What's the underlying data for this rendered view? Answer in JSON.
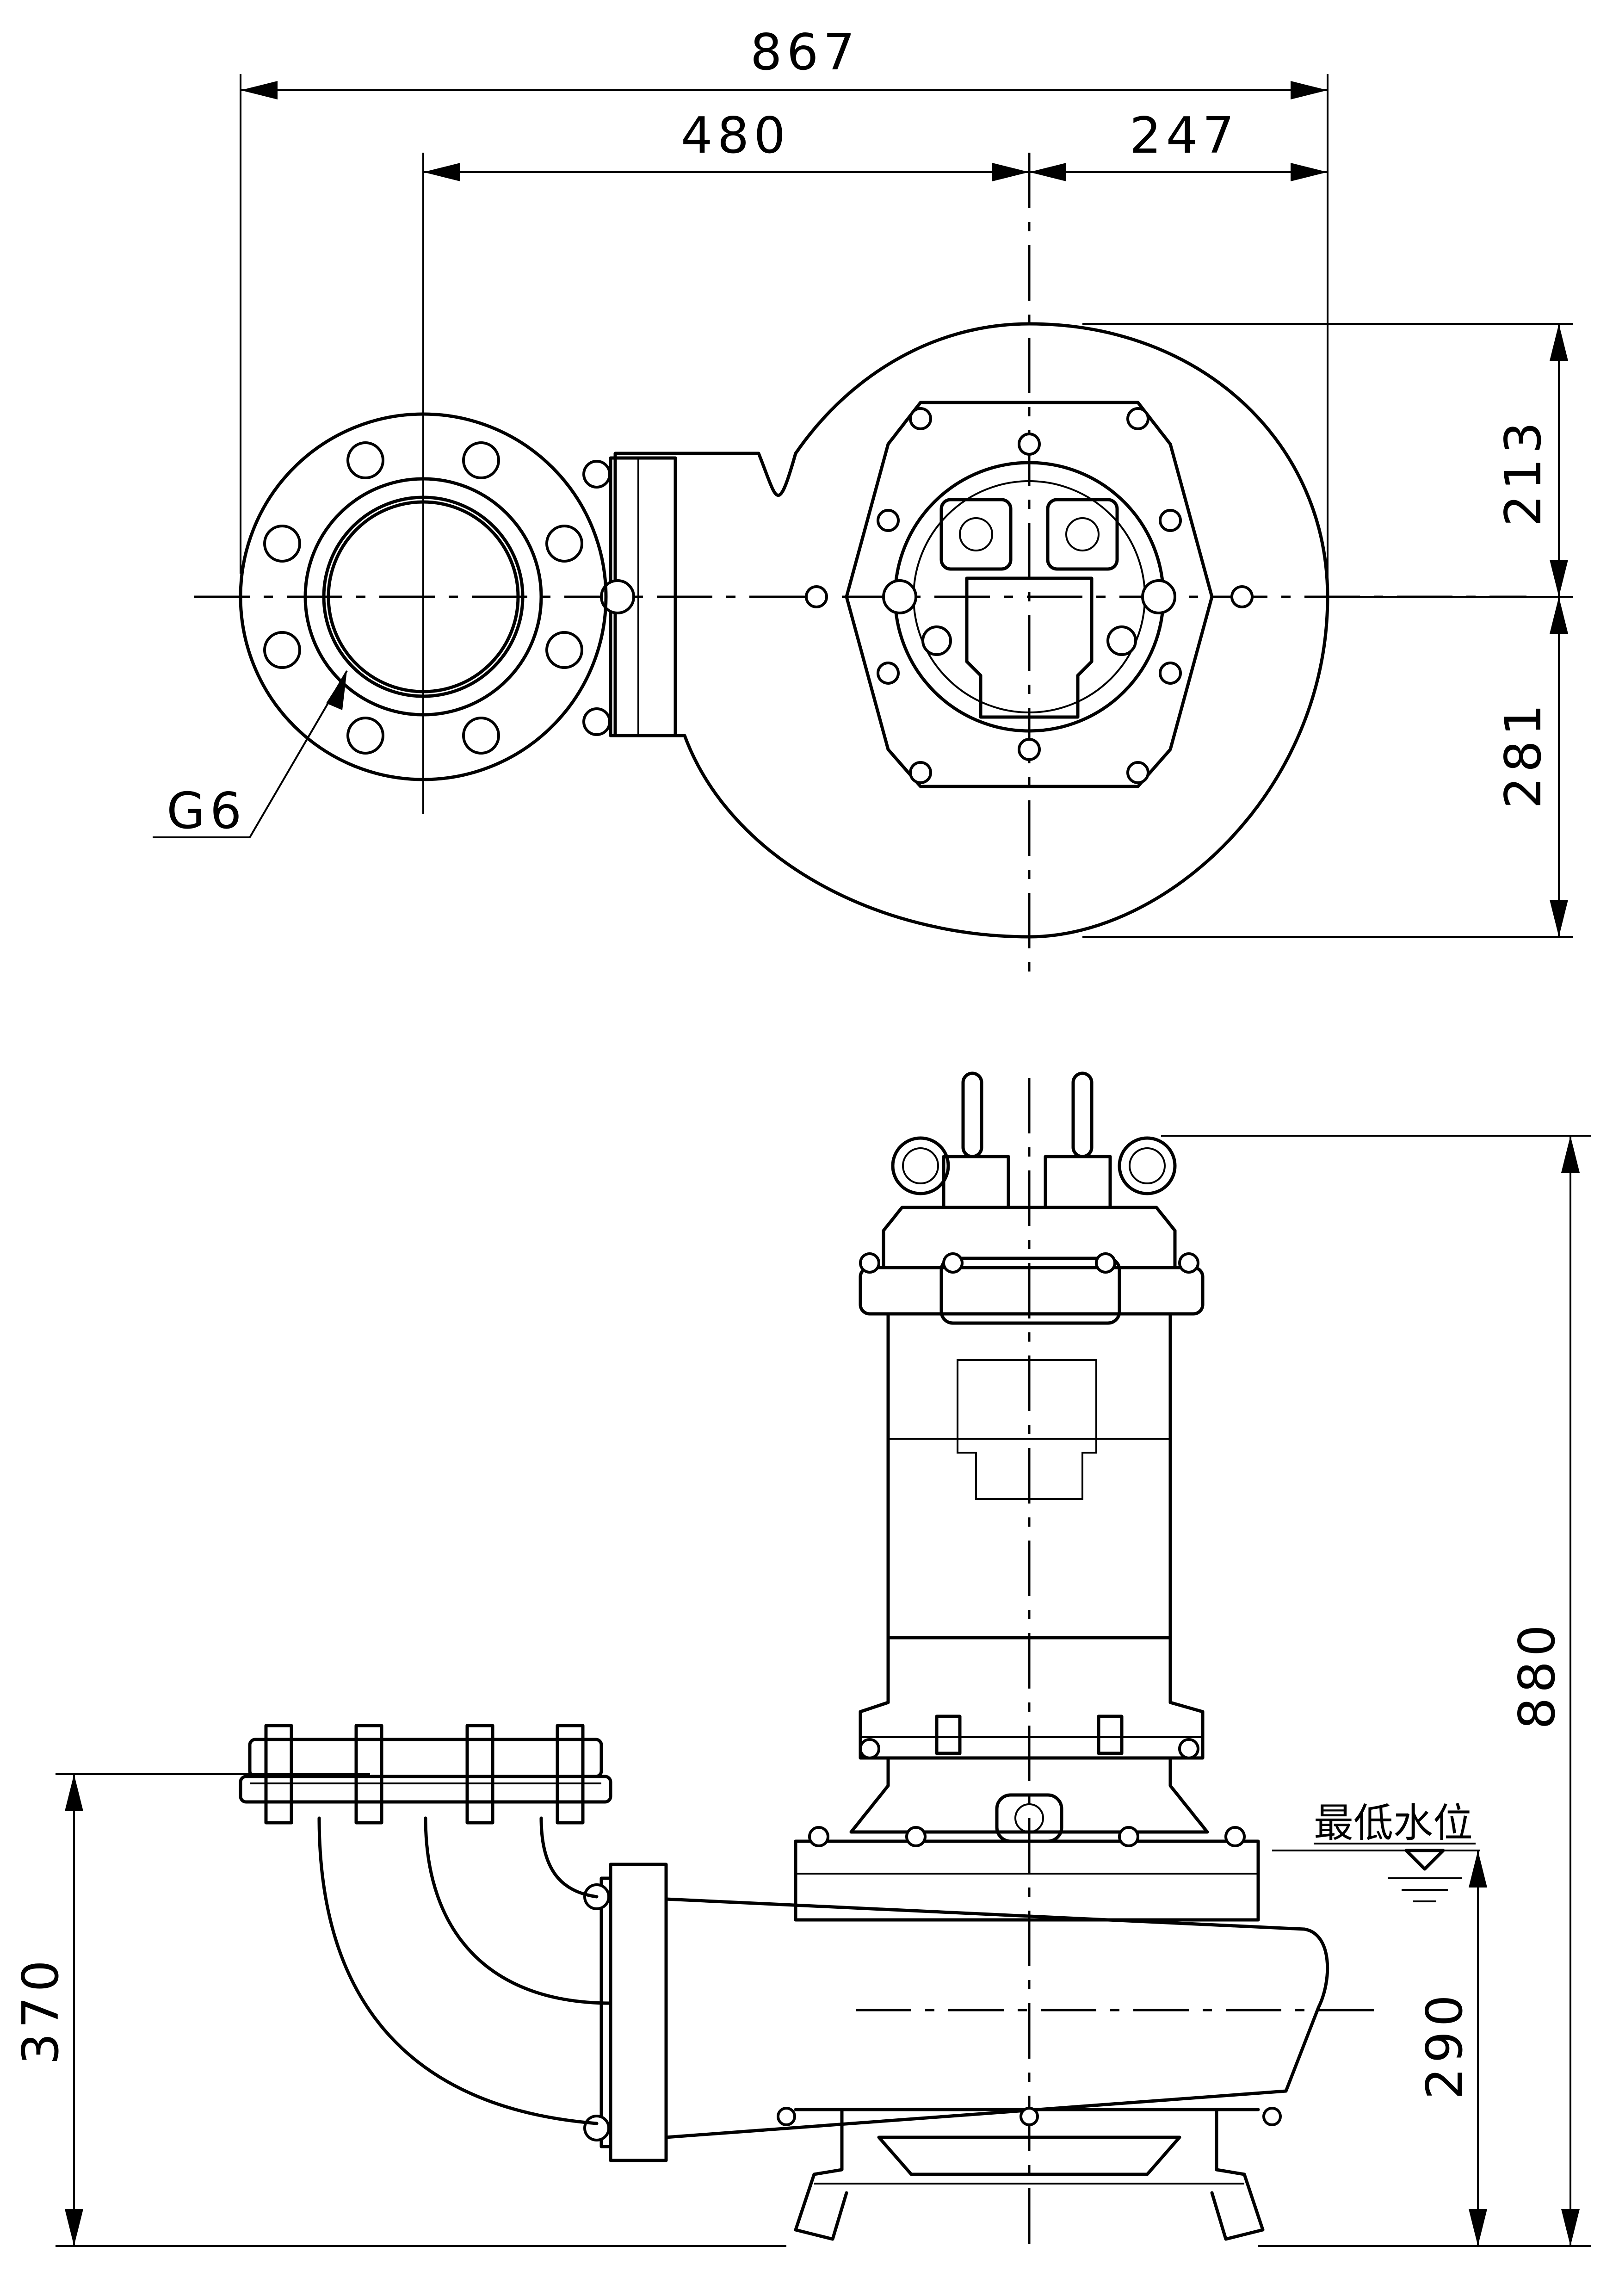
{
  "dimensions": {
    "overall_width": "867",
    "suction_to_center": "480",
    "center_to_edge": "247",
    "center_to_top": "213",
    "center_to_bottom": "281",
    "total_height": "880",
    "flange_height": "370",
    "min_water_height": "290"
  },
  "labels": {
    "flange_standard": "G6",
    "min_water_level": "最低水位"
  }
}
